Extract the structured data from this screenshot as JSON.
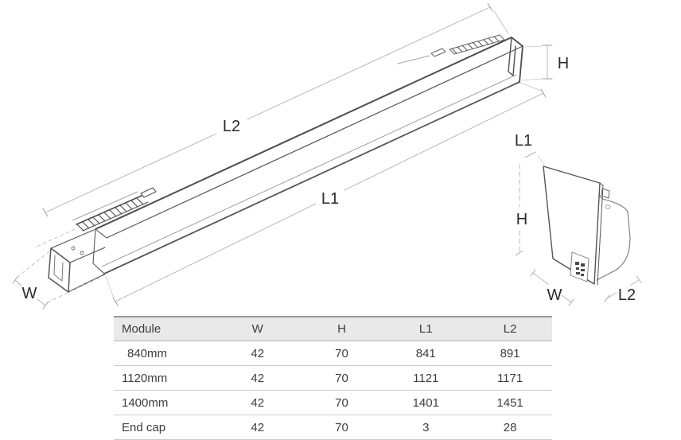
{
  "diagram": {
    "main_view": {
      "l2_label": "L2",
      "l1_label": "L1",
      "h_label": "H",
      "w_label": "W"
    },
    "end_cap_view": {
      "l1_label": "L1",
      "h_label": "H",
      "w_label": "W",
      "l2_label": "L2"
    },
    "colors": {
      "outline": "#55565a",
      "detail": "#77787b",
      "dimension_line": "#b0b0b0",
      "label_text": "#2b2b2b"
    }
  },
  "spec_table": {
    "columns": [
      "Module",
      "W",
      "H",
      "L1",
      "L2"
    ],
    "rows": [
      {
        "module": "840mm",
        "w": 42,
        "h": 70,
        "l1": 841,
        "l2": 891
      },
      {
        "module": "1120mm",
        "w": 42,
        "h": 70,
        "l1": 1121,
        "l2": 1171
      },
      {
        "module": "1400mm",
        "w": 42,
        "h": 70,
        "l1": 1401,
        "l2": 1451
      },
      {
        "module": "End cap",
        "w": 42,
        "h": 70,
        "l1": 3,
        "l2": 28
      }
    ],
    "colors": {
      "header_bg": "#e9e9e9",
      "top_border": "#999999",
      "row_divider": "#cccccc",
      "text": "#3d3d3d"
    }
  }
}
